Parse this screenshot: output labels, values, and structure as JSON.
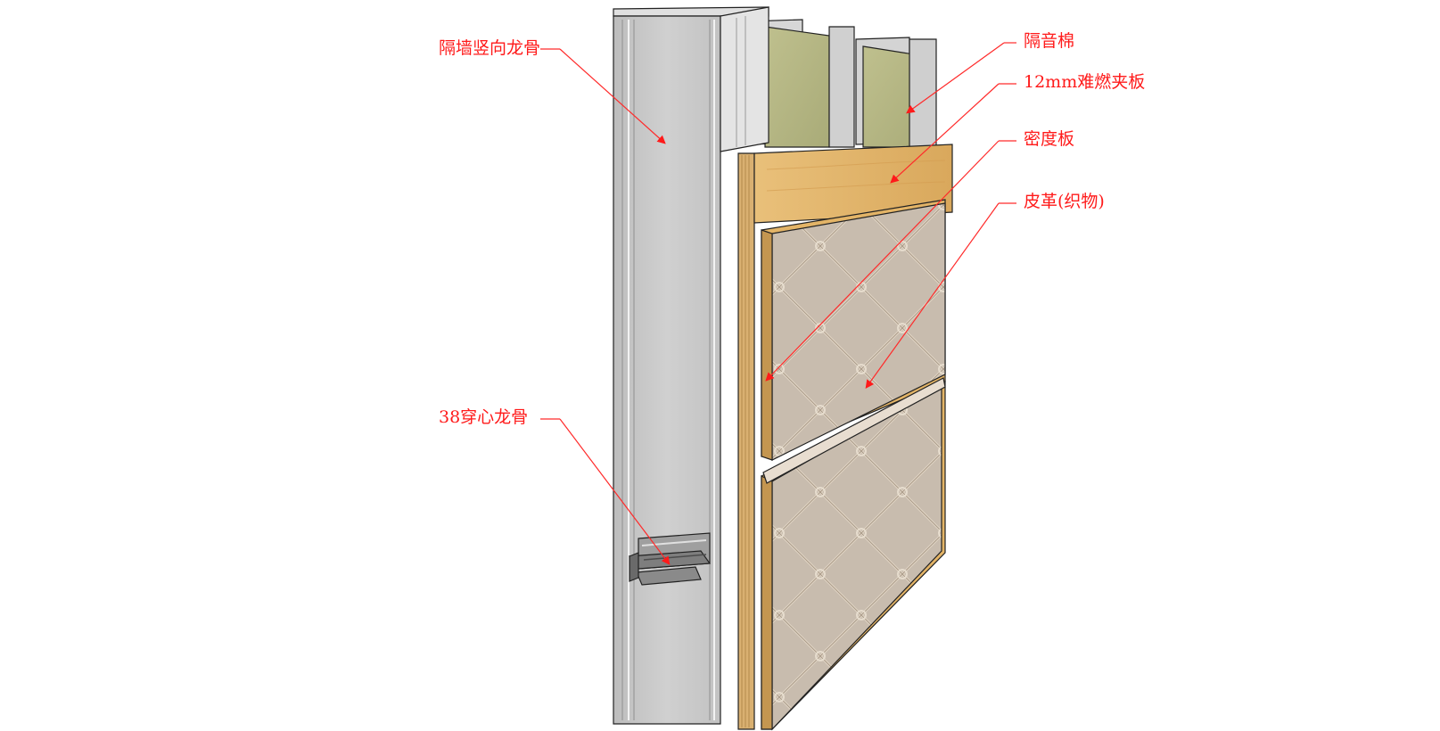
{
  "labels": {
    "stud": "隔墙竖向龙骨",
    "through_keel": "38穿心龙骨",
    "insulation": "隔音棉",
    "plywood": "12mm难燃夹板",
    "mdf": "密度板",
    "leather": "皮革(织物)"
  },
  "colors": {
    "annotation": "#ff1a1a",
    "steel": "#c9c9c9",
    "insulation": "#b8b98a",
    "wood": "#e2b56a",
    "leather": "#c9bcad"
  }
}
